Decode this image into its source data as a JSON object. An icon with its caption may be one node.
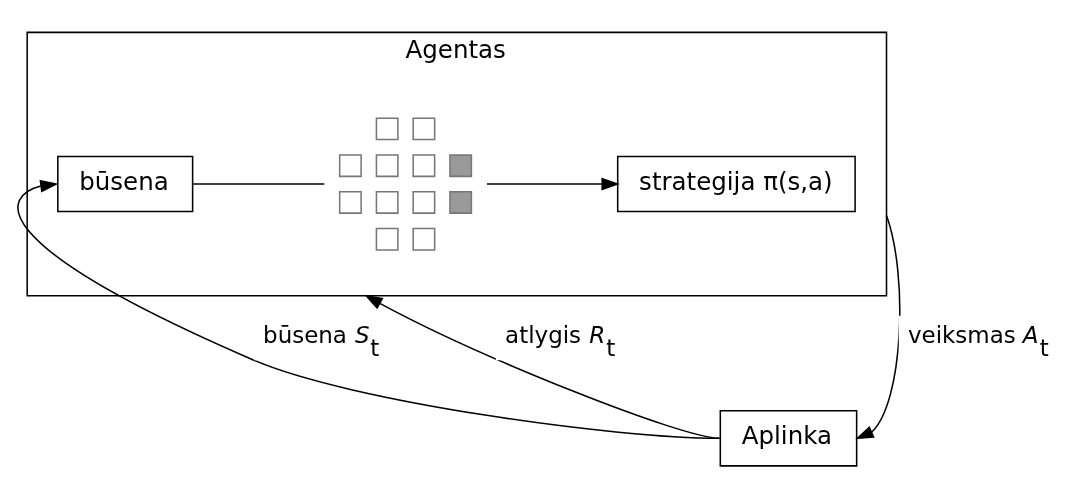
{
  "diagram": {
    "nodes": [
      {
        "text": [
          "Agentas"
        ]
      },
      {
        "text": [
          "būsena"
        ],
        "in": 0
      },
      {
        "text": [],
        "shape": "picture",
        "in": 0
      },
      {
        "text": [
          "strategija π(s,a)"
        ],
        "in": 0
      },
      {
        "text": [
          "Aplinka"
        ]
      }
    ],
    "edges": [
      {
        "from": 4,
        "to": 1,
        "arrow": "to",
        "label": "būsena *S*$_{t}$"
      },
      {
        "from": 4,
        "to": 0,
        "arrow": "to",
        "label": "atlygis *R*$_{t}$"
      },
      {
        "from": 0,
        "to": 4,
        "arrow": "to",
        "label": "veiksmas *A*$_{t}$"
      },
      {
        "from": 1,
        "to": 2,
        "arrow": "none"
      },
      {
        "from": 2,
        "to": 3,
        "arrow": "to"
      }
    ]
  }
}
